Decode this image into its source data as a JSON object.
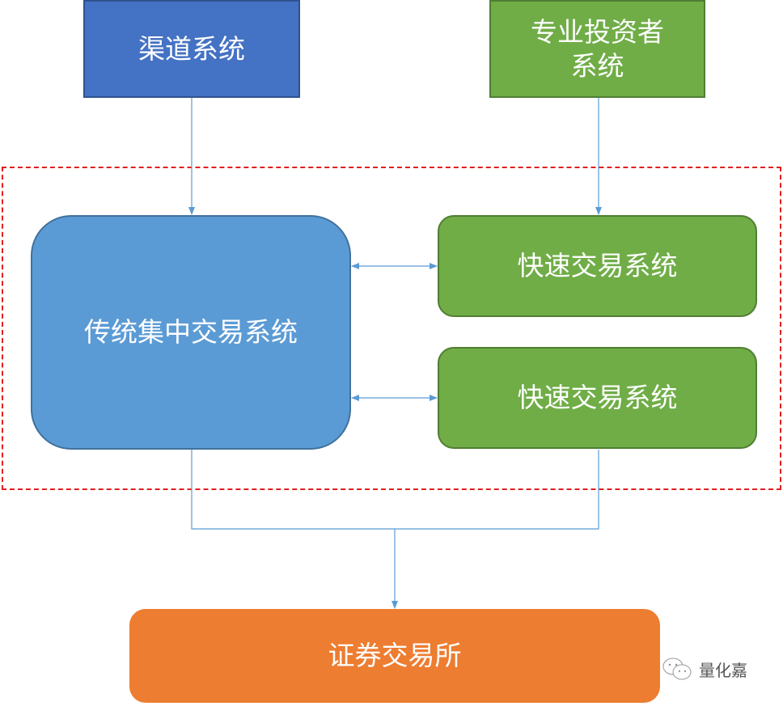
{
  "nodes": {
    "channel": "渠道系统",
    "professional_investor": "专业投资者\n系统",
    "central": "传统集中交易系统",
    "fast_1": "快速交易系统",
    "fast_2": "快速交易系统",
    "exchange": "证券交易所"
  },
  "watermark": "量化嘉",
  "colors": {
    "blue": "#4472C4",
    "green": "#70AD47",
    "light_blue": "#5B9BD5",
    "orange": "#ED7D31",
    "dash": "#E02020"
  }
}
